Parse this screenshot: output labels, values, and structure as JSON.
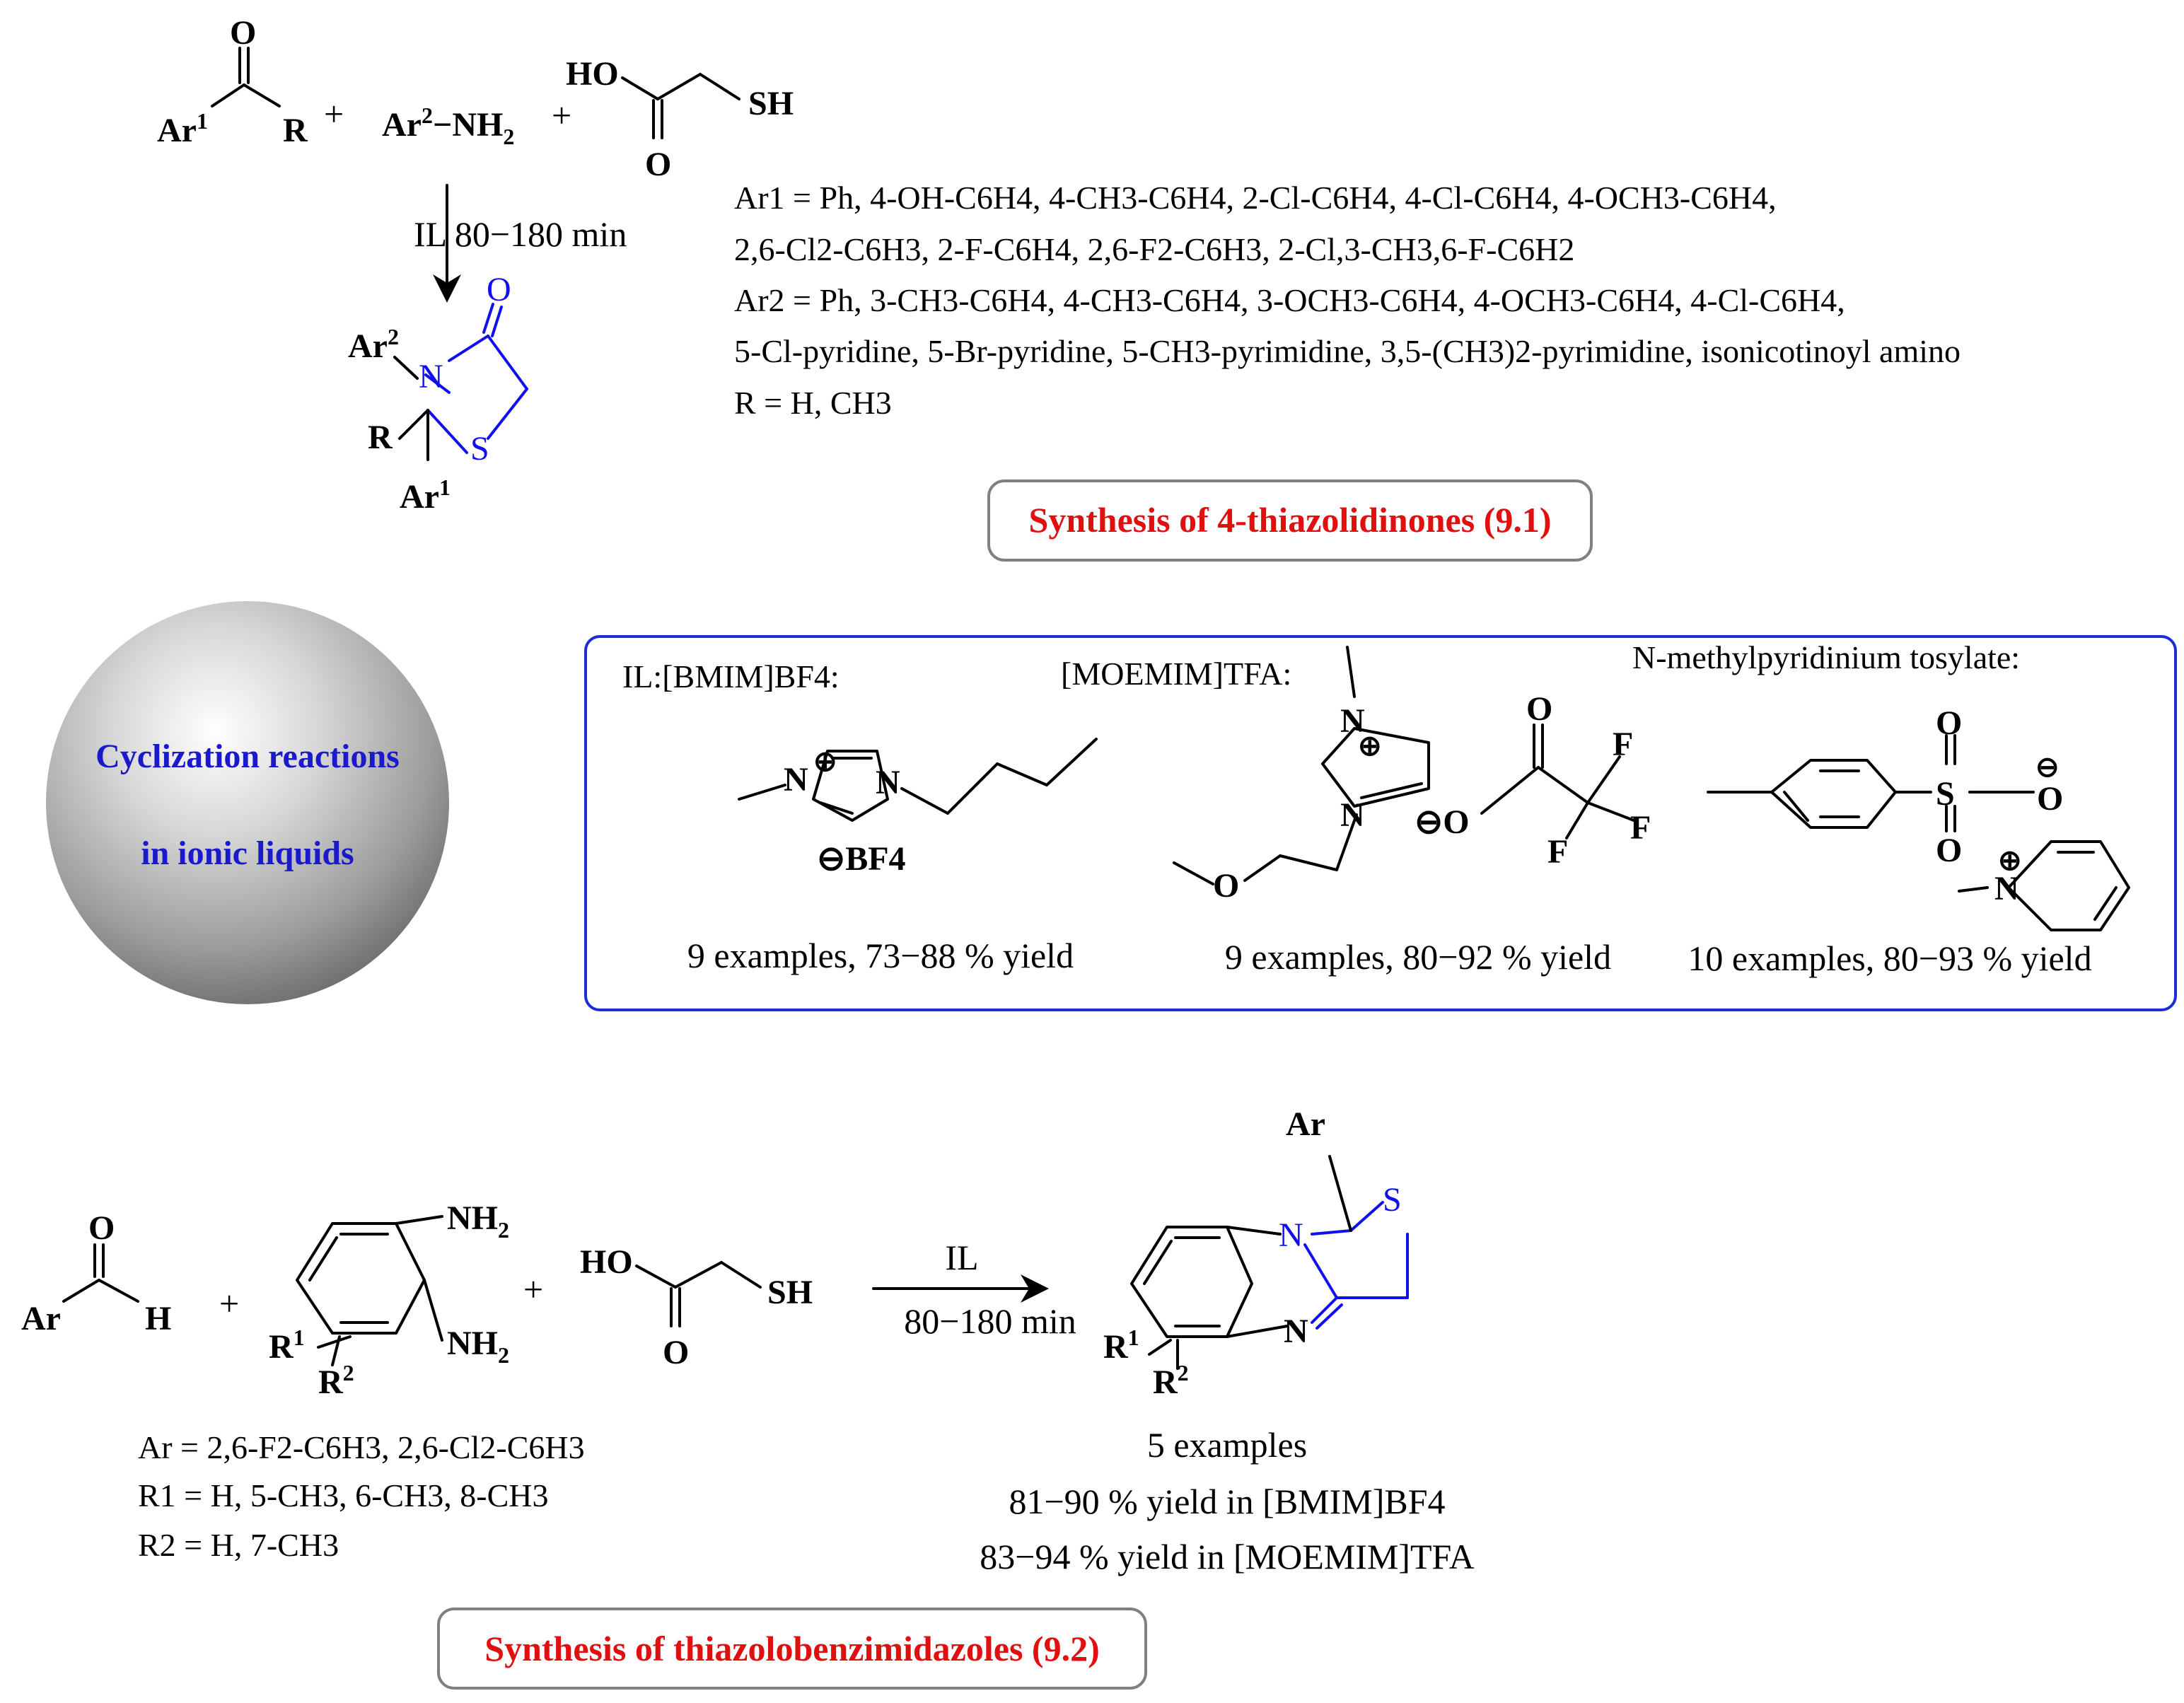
{
  "reaction1": {
    "reactant_ketone": {
      "ar": "Ar",
      "ar_sup": "1",
      "o": "O",
      "r": "R"
    },
    "plus": "+",
    "amine": {
      "ar": "Ar",
      "ar_sup": "2",
      "dash": "−",
      "nh": "NH",
      "nh_sub": "2"
    },
    "acid": {
      "ho": "HO",
      "sh": "SH",
      "o": "O"
    },
    "arrow_label": "IL  80−180 min",
    "product": {
      "o": "O",
      "n": "N",
      "s": "S",
      "ar2": "Ar",
      "ar2_sup": "2",
      "r": "R",
      "ar1": "Ar",
      "ar1_sup": "1"
    },
    "substituents": [
      "Ar1 = Ph, 4-OH-C6H4, 4-CH3-C6H4, 2-Cl-C6H4, 4-Cl-C6H4, 4-OCH3-C6H4,",
      "2,6-Cl2-C6H3, 2-F-C6H4, 2,6-F2-C6H3, 2-Cl,3-CH3,6-F-C6H2",
      "Ar2 = Ph, 3-CH3-C6H4, 4-CH3-C6H4, 3-OCH3-C6H4, 4-OCH3-C6H4, 4-Cl-C6H4,",
      "5-Cl-pyridine, 5-Br-pyridine, 5-CH3-pyrimidine, 3,5-(CH3)2-pyrimidine,  isonicotinoyl amino",
      "R = H, CH3"
    ],
    "title": "Synthesis of 4-thiazolidinones (9.1)"
  },
  "sphere": {
    "line1": "Cyclization reactions",
    "line2": "in ionic liquids"
  },
  "ionic_liquids": [
    {
      "label": "IL:[BMIM]BF4:",
      "cation_n1": "N",
      "cation_n2": "N",
      "plus": "⊕",
      "anion": "⊖BF4",
      "examples": "9 examples, 73−88 % yield"
    },
    {
      "label": "[MOEMIM]TFA:",
      "n1": "N",
      "n2": "N",
      "plus": "⊕",
      "o_ether": "O",
      "o_carb": "O",
      "o_minus": "⊖O",
      "f1": "F",
      "f2": "F",
      "f3": "F",
      "examples": "9 examples, 80−92 % yield"
    },
    {
      "label": "N-methylpyridinium tosylate:",
      "s": "S",
      "o1": "O",
      "o2": "O",
      "o_minus": "O",
      "minus": "⊖",
      "n": "N",
      "plus": "⊕",
      "examples": "10 examples, 80−93 % yield"
    }
  ],
  "reaction2": {
    "aldehyde": {
      "ar": "Ar",
      "o": "O",
      "h": "H"
    },
    "plus": "+",
    "diamine": {
      "nh": "NH",
      "nh_sub": "2",
      "r1": "R",
      "r1_sup": "1",
      "r2": "R",
      "r2_sup": "2"
    },
    "acid": {
      "ho": "HO",
      "sh": "SH",
      "o": "O"
    },
    "arrow_top": "IL",
    "arrow_bottom": "80−180 min",
    "product": {
      "ar": "Ar",
      "s": "S",
      "n1": "N",
      "n2": "N",
      "r1": "R",
      "r1_sup": "1",
      "r2": "R",
      "r2_sup": "2"
    },
    "substituents": [
      "Ar = 2,6-F2-C6H3, 2,6-Cl2-C6H3",
      "R1 = H, 5-CH3, 6-CH3, 8-CH3",
      "R2 = H, 7-CH3"
    ],
    "results": [
      "5 examples",
      "81−90 % yield in [BMIM]BF4",
      "83−94 % yield in [MOEMIM]TFA"
    ],
    "title": "Synthesis of thiazolobenzimidazoles (9.2)"
  },
  "colors": {
    "accent_blue": "#1010ee",
    "title_red": "#e01010",
    "box_border_blue": "#1a2fd6",
    "title_box_border": "#808080"
  }
}
